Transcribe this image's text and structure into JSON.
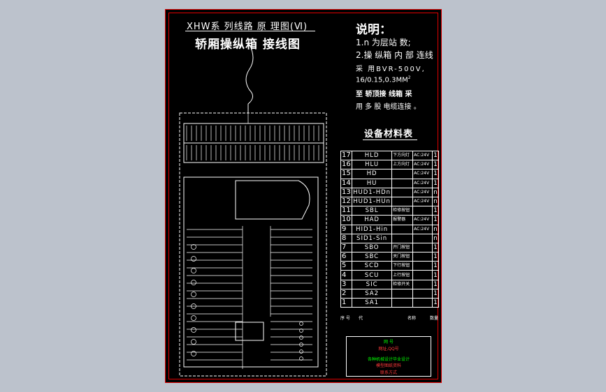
{
  "title": {
    "line1": "XHW系 列线路 原 理图(Ⅵ)",
    "line2": "轿厢操纵箱 接线图"
  },
  "notes": {
    "heading": "说明：",
    "items": [
      "1.n 为层站 数;",
      "2.操 纵箱 内 部 连线",
      "采 用BVR-500V,",
      "16/0.15,0.3MM",
      "至 轿顶接 线箱 采",
      "用 多 股 电缆连接 。"
    ],
    "superscript": "2"
  },
  "bom": {
    "heading": "设备材料表",
    "rows": [
      {
        "no": "17",
        "code": "HLD",
        "name": "下方向灯",
        "spec": "AC:24V",
        "qty": "1"
      },
      {
        "no": "16",
        "code": "HLU",
        "name": "上方向灯",
        "spec": "AC:24V",
        "qty": "1"
      },
      {
        "no": "15",
        "code": "HD",
        "name": "",
        "spec": "AC:24V",
        "qty": "1"
      },
      {
        "no": "14",
        "code": "HU",
        "name": "",
        "spec": "AC:24V",
        "qty": "1"
      },
      {
        "no": "13",
        "code": "HUD1-HDn",
        "name": "",
        "spec": "AC:24V",
        "qty": "n"
      },
      {
        "no": "12",
        "code": "HUD1-HUn",
        "name": "",
        "spec": "AC:24V",
        "qty": "n"
      },
      {
        "no": "11",
        "code": "SBL",
        "name": "检修按钮",
        "spec": "",
        "qty": "1"
      },
      {
        "no": "10",
        "code": "HAD",
        "name": "报警器",
        "spec": "AC:24V",
        "qty": "1"
      },
      {
        "no": "9",
        "code": "HID1-Hin",
        "name": "",
        "spec": "AC:24V",
        "qty": "n"
      },
      {
        "no": "8",
        "code": "SID1-Sin",
        "name": "",
        "spec": "",
        "qty": "n"
      },
      {
        "no": "7",
        "code": "SBO",
        "name": "开门按钮",
        "spec": "",
        "qty": "1"
      },
      {
        "no": "6",
        "code": "SBC",
        "name": "关门按钮",
        "spec": "",
        "qty": "1"
      },
      {
        "no": "5",
        "code": "SCD",
        "name": "下行按钮",
        "spec": "",
        "qty": "1"
      },
      {
        "no": "4",
        "code": "SCU",
        "name": "上行按钮",
        "spec": "",
        "qty": "1"
      },
      {
        "no": "3",
        "code": "SIC",
        "name": "检修开关",
        "spec": "",
        "qty": "1"
      },
      {
        "no": "2",
        "code": "SA2",
        "name": "",
        "spec": "",
        "qty": "1"
      },
      {
        "no": "1",
        "code": "SA1",
        "name": "",
        "spec": "",
        "qty": "1"
      }
    ],
    "footer": {
      "col1": "序 号",
      "col2": "代",
      "col3": "名称",
      "col4": "数量"
    }
  },
  "stamp": {
    "line1": "网 号",
    "line2": "网址,QQ号",
    "line3": "各种机械设计毕业设计",
    "line4": "模型图纸资料",
    "line5": "联系方式"
  },
  "colors": {
    "sheet_bg": "#000000",
    "frame": "#e00000",
    "line": "#ffffff",
    "stamp_green": "#00ff00",
    "stamp_red": "#ff3a3a",
    "viewer_bg": "#bcc2cc"
  }
}
